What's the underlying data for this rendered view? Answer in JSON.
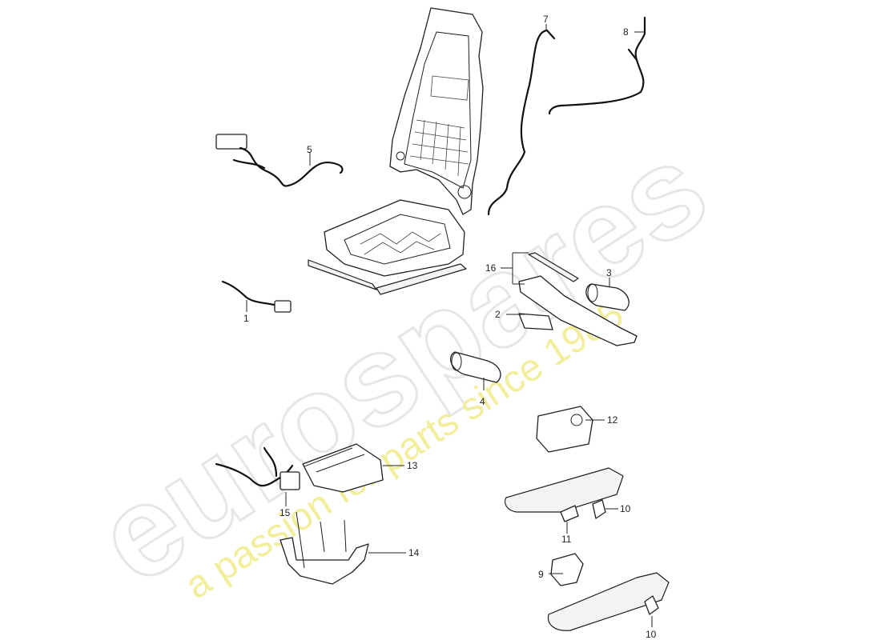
{
  "watermark": {
    "brand": "eurospares",
    "tagline": "a passion for parts since 1985",
    "colors": {
      "brand": "#e4e4e4",
      "tagline": "#f2ee9c"
    }
  },
  "callouts": {
    "p1": "1",
    "p2": "2",
    "p3": "3",
    "p4": "4",
    "p5": "5",
    "p7": "7",
    "p8": "8",
    "p9": "9",
    "p10a": "10",
    "p10b": "10",
    "p11": "11",
    "p12": "12",
    "p13": "13",
    "p14": "14",
    "p15": "15",
    "p16": "16"
  }
}
